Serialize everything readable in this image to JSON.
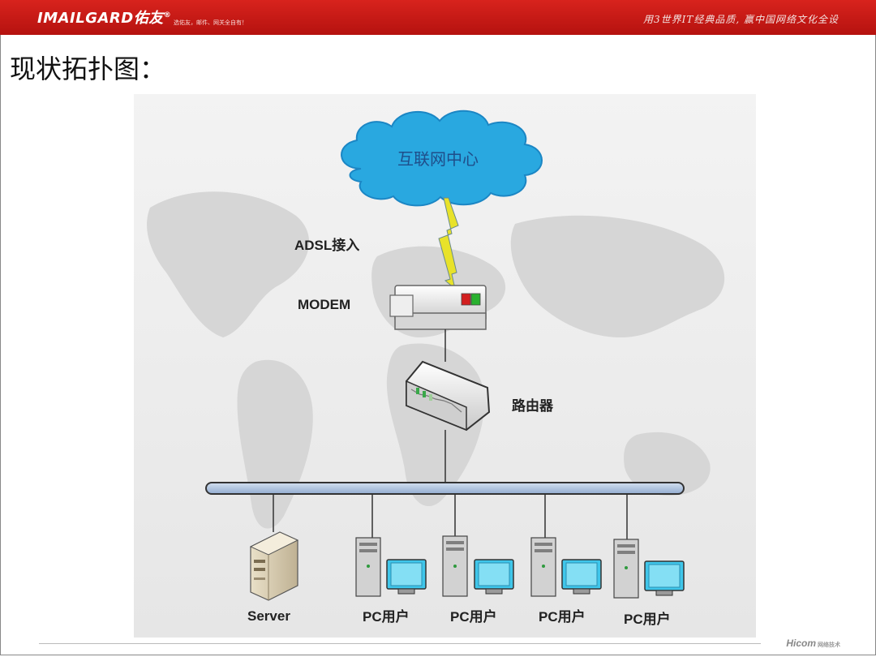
{
  "header": {
    "logo_text": "IMAILGARD佑友",
    "logo_mark": "®",
    "tagline": "选佑友，邮件、网关全自有！",
    "slogan": "用3世界IT经典品质, 赢中国网络文化全设"
  },
  "title": "现状拓扑图：",
  "diagram": {
    "cloud_label": "互联网中心",
    "adsl_label": "ADSL接入",
    "modem_label": "MODEM",
    "router_label": "路由器",
    "server_label": "Server",
    "pc_labels": [
      "PC用户",
      "PC用户",
      "PC用户",
      "PC用户"
    ],
    "colors": {
      "cloud": "#29a8e0",
      "bus": "#a9bfdc",
      "monitor_screen": "#3fc6ea",
      "lightning": "#e8e22a"
    }
  },
  "footer": {
    "logo": "Hicom",
    "sub": "网络技术"
  }
}
